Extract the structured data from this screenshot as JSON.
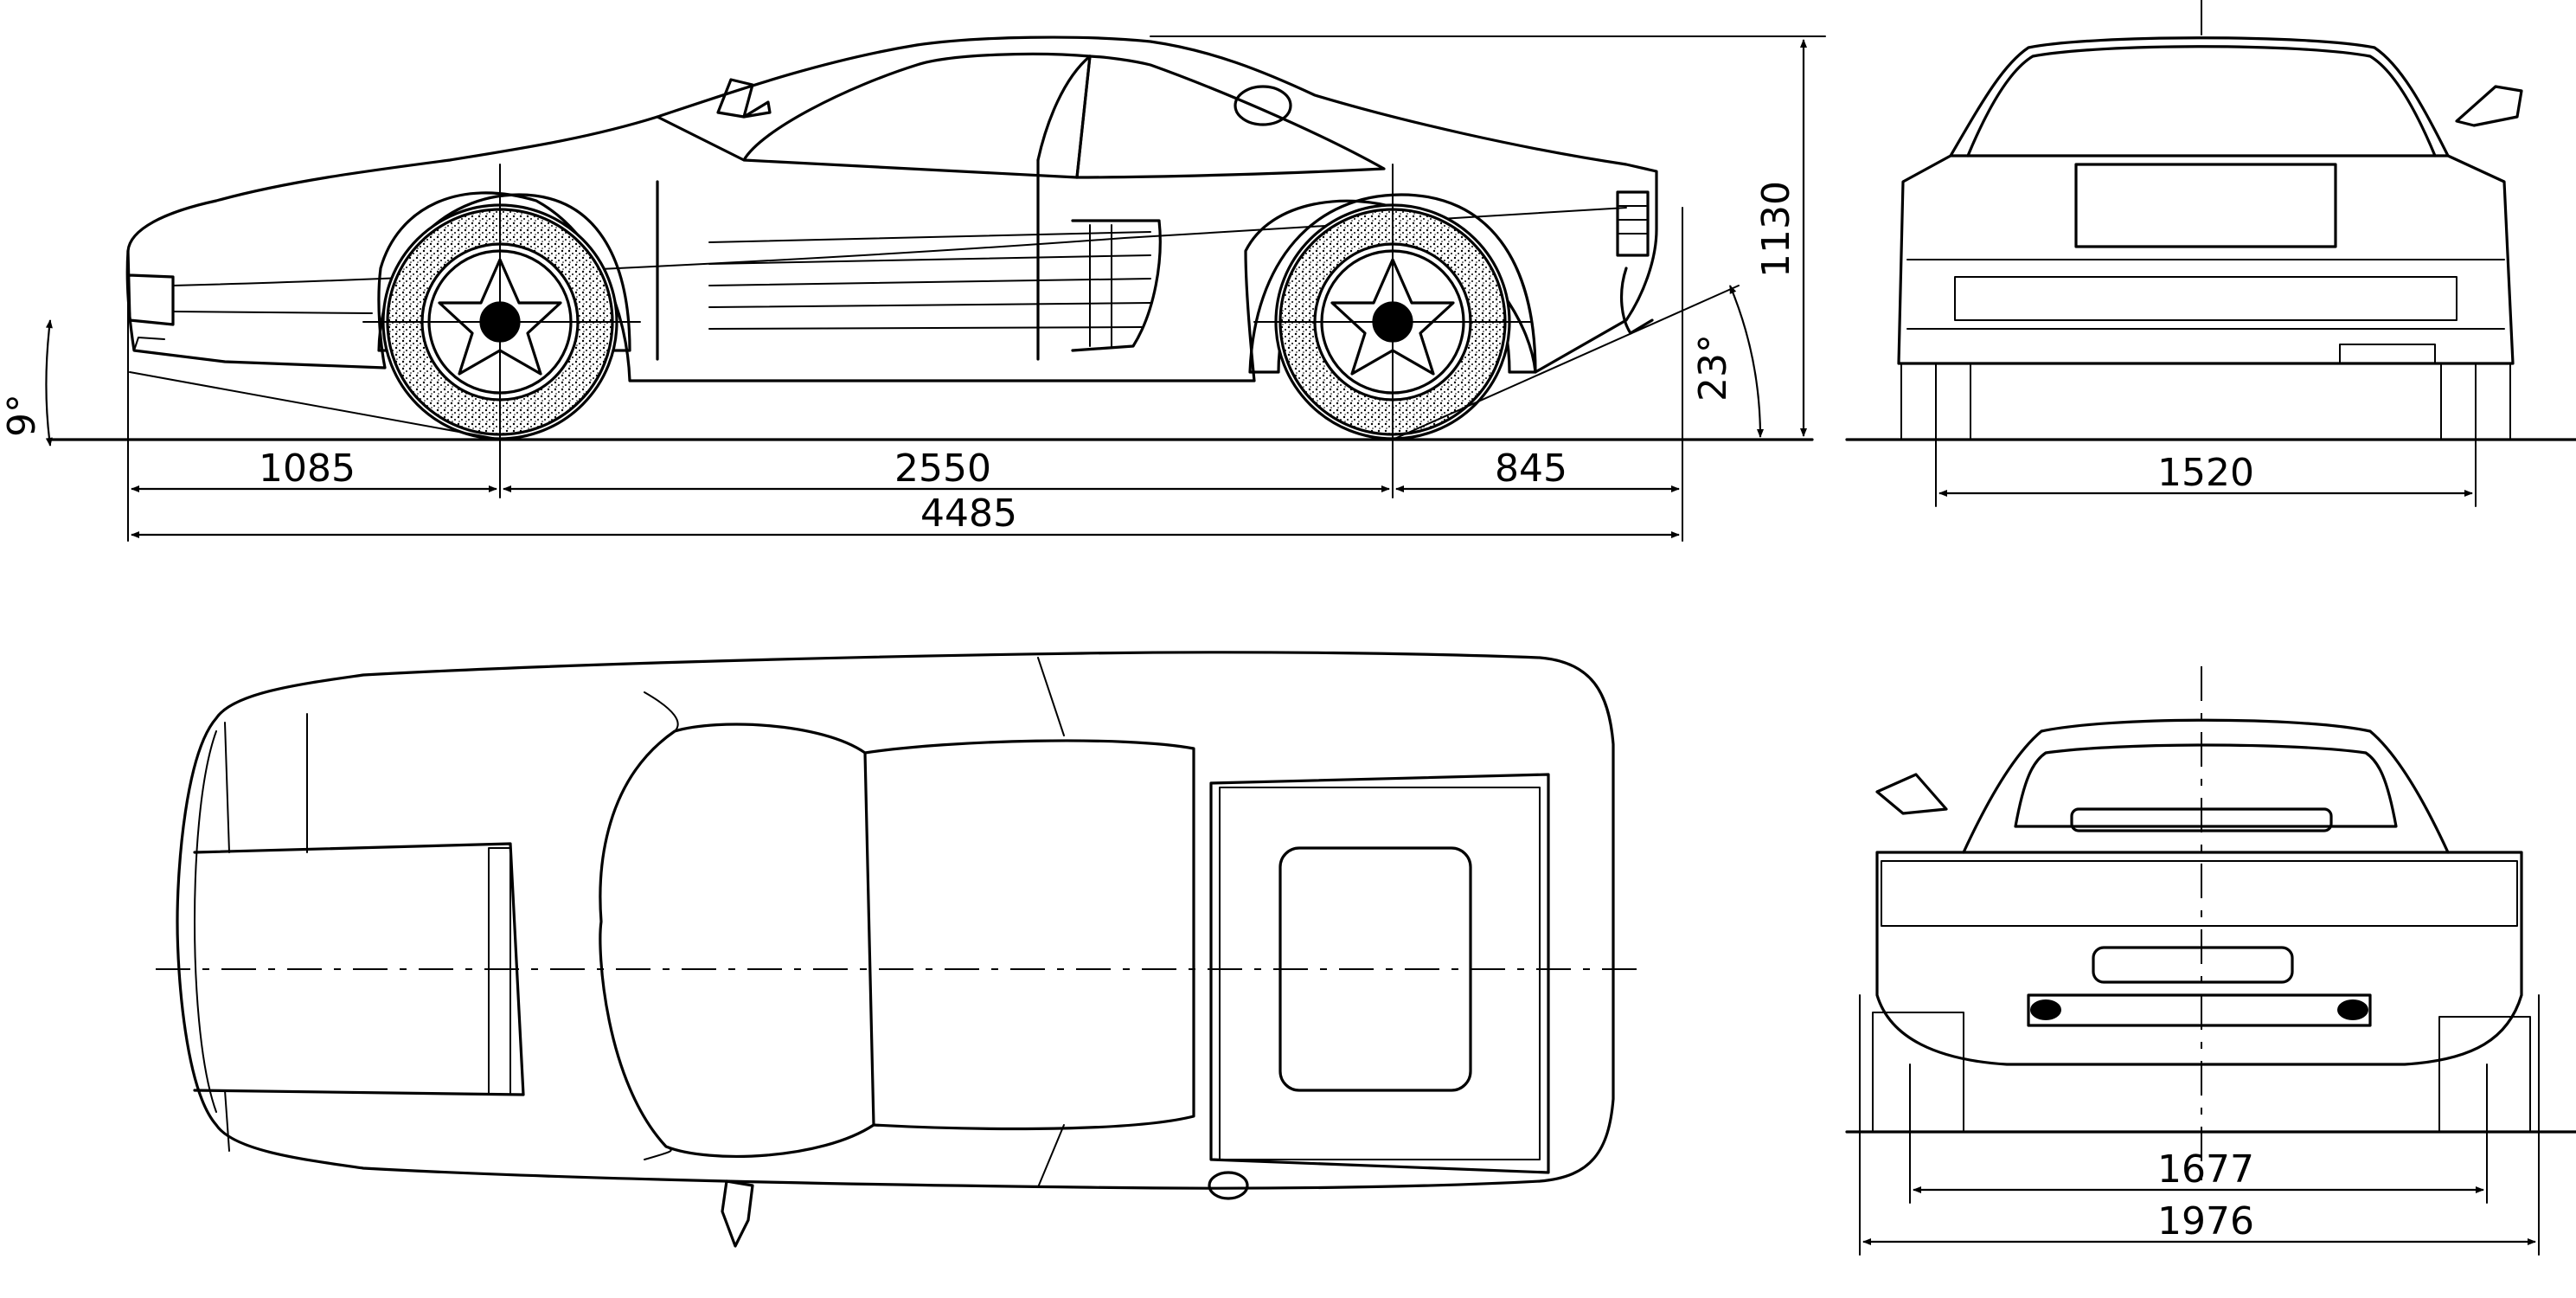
{
  "drawing": {
    "subject": "car-blueprint",
    "line_color": "#000000",
    "background": "#ffffff"
  },
  "dimensions": {
    "front_overhang": "1085",
    "wheelbase": "2550",
    "rear_overhang": "845",
    "overall_length": "4485",
    "height": "1130",
    "front_track": "1520",
    "rear_track": "1677",
    "overall_width": "1976",
    "approach_angle": "9°",
    "departure_angle": "23°"
  }
}
